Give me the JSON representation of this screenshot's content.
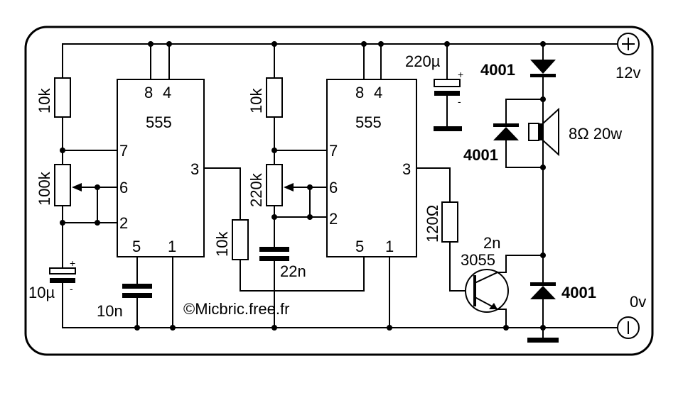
{
  "schematic": {
    "terminals": {
      "plus": "+",
      "minus": "−",
      "plus_label": "12v",
      "minus_label": "0v"
    },
    "timer1": {
      "chip": "555",
      "pin8": "8",
      "pin4": "4",
      "pin7": "7",
      "pin6": "6",
      "pin2": "2",
      "pin3": "3",
      "pin5": "5",
      "pin1": "1"
    },
    "timer2": {
      "chip": "555",
      "pin8": "8",
      "pin4": "4",
      "pin7": "7",
      "pin6": "6",
      "pin2": "2",
      "pin3": "3",
      "pin5": "5",
      "pin1": "1"
    },
    "components": {
      "r_10k_a": "10k",
      "pot_100k": "100k",
      "c_10u": "10µ",
      "c_10n": "10n",
      "r_10k_b": "10k",
      "r_10k_c": "10k",
      "pot_220k": "220k",
      "c_22n": "22n",
      "c_220u": "220µ",
      "r_120": "120Ω",
      "transistor_a": "2n",
      "transistor_b": "3055",
      "diode_top": "4001",
      "diode_flyback": "4001",
      "diode_bottom": "4001",
      "speaker": "8Ω 20w"
    },
    "credit": "©Micbric.free.fr"
  }
}
